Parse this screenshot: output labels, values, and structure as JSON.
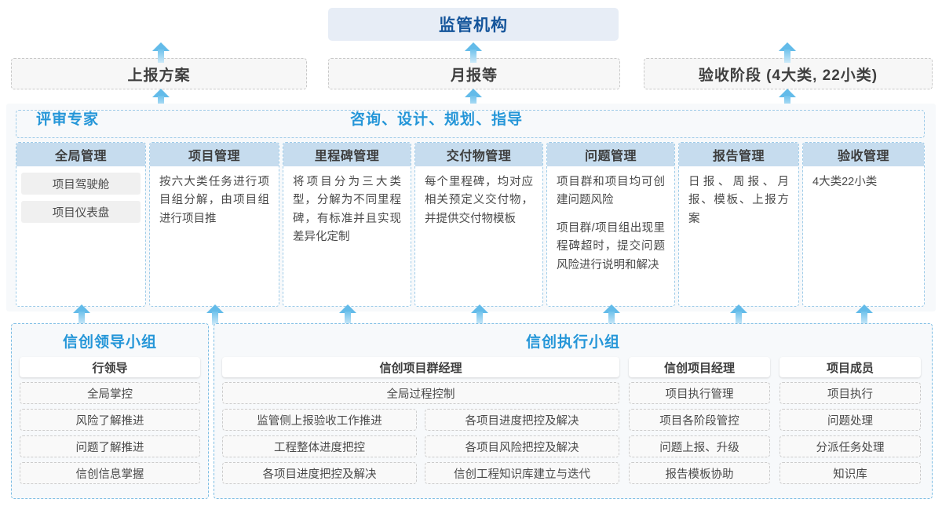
{
  "top": {
    "title": "监管机构",
    "reports": [
      {
        "label": "上报方案"
      },
      {
        "label": "月报等"
      },
      {
        "label": "验收阶段 (4大类, 22小类)"
      }
    ]
  },
  "middle": {
    "header_left": "评审专家",
    "header_right": "咨询、设计、规划、指导",
    "cards": [
      {
        "title": "全局管理",
        "chips": [
          "项目驾驶舱",
          "项目仪表盘"
        ],
        "paragraphs": []
      },
      {
        "title": "项目管理",
        "chips": [],
        "paragraphs": [
          "按六大类任务进行项目组分解，由项目组进行项目推"
        ]
      },
      {
        "title": "里程碑管理",
        "chips": [],
        "paragraphs": [
          "将项目分为三大类型，分解为不同里程碑，有标准并且实现差异化定制"
        ]
      },
      {
        "title": "交付物管理",
        "chips": [],
        "paragraphs": [
          "每个里程碑，均对应相关预定义交付物，并提供交付物模板"
        ]
      },
      {
        "title": "问题管理",
        "chips": [],
        "paragraphs": [
          "项目群和项目均可创建问题风险",
          "项目群/项目组出现里程碑超时，提交问题风险进行说明和解决"
        ]
      },
      {
        "title": "报告管理",
        "chips": [],
        "paragraphs": [
          "日报、周报、月报、模板、上报方案"
        ]
      },
      {
        "title": "验收管理",
        "chips": [],
        "paragraphs": [
          "4大类22小类"
        ]
      }
    ]
  },
  "bottom": {
    "left_group": {
      "title": "信创领导小组",
      "role": "行领导",
      "tasks": [
        "全局掌控",
        "风险了解推进",
        "问题了解推进",
        "信创信息掌握"
      ]
    },
    "right_group": {
      "title": "信创执行小组",
      "manager": {
        "role": "信创项目群经理",
        "wide_task": "全局过程控制",
        "tasks_left": [
          "监管侧上报验收工作推进",
          "工程整体进度把控",
          "各项目进度把控及解决"
        ],
        "tasks_right": [
          "各项目进度把控及解决",
          "各项目风险把控及解决",
          "信创工程知识库建立与迭代"
        ]
      },
      "project_manager": {
        "role": "信创项目经理",
        "tasks": [
          "项目执行管理",
          "项目各阶段管控",
          "问题上报、升级",
          "报告模板协助"
        ]
      },
      "members": {
        "role": "项目成员",
        "tasks": [
          "项目执行",
          "问题处理",
          "分派任务处理",
          "知识库"
        ]
      }
    }
  },
  "colors": {
    "brand_dark_blue": "#15559b",
    "brand_blue": "#2596d8",
    "card_head": "#c6dcee",
    "banner_bg": "#e7edf6",
    "arrow": "#63bbe9"
  }
}
